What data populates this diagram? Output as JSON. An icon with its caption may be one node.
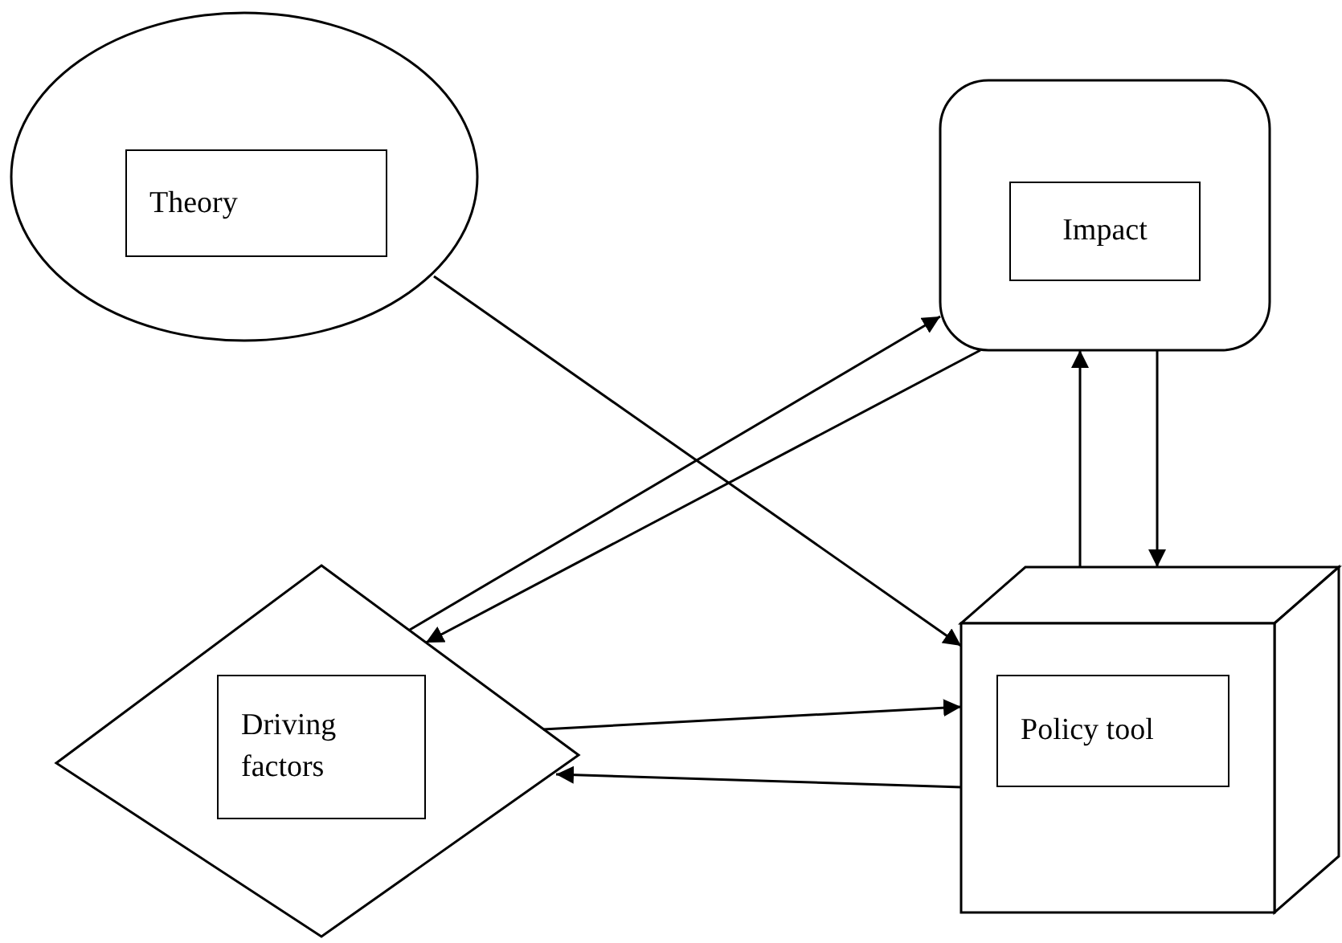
{
  "diagram": {
    "nodes": [
      {
        "text": [],
        "shape": "circle"
      },
      {
        "text": [
          "Theory"
        ],
        "in": 0
      },
      {
        "text": [],
        "shape": "box"
      },
      {
        "text": [
          "Impact"
        ],
        "in": 2
      },
      {
        "text": [],
        "shape": "diamond"
      },
      {
        "text": [
          "Driving factors"
        ],
        "in": 4
      },
      {
        "text": [],
        "shape": "cube"
      },
      {
        "text": [
          "Policy tool"
        ],
        "in": 6
      }
    ],
    "edges": [
      {
        "from": 0,
        "to": 6,
        "arrow": "to"
      },
      {
        "from": 4,
        "to": 2,
        "arrow": "to"
      },
      {
        "from": 2,
        "to": 4,
        "arrow": "to"
      },
      {
        "from": 6,
        "to": 2,
        "arrow": "to"
      },
      {
        "from": 2,
        "to": 6,
        "arrow": "to"
      },
      {
        "from": 4,
        "to": 6,
        "arrow": "to"
      },
      {
        "from": 6,
        "to": 4,
        "arrow": "to"
      }
    ]
  }
}
